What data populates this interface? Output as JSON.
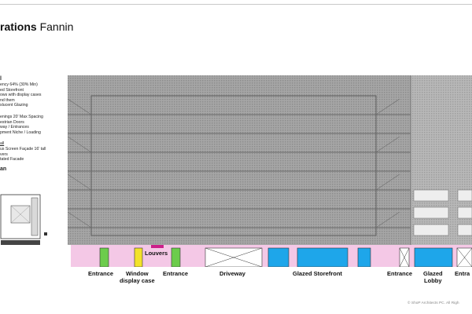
{
  "title": {
    "bold": "rations",
    "rest": "Fannin"
  },
  "legend": {
    "heading": "l",
    "items_a": [
      "ency 64% (30% Min)",
      "ed Storefront",
      "ows with display cases",
      "nd them",
      "slucent Glazing"
    ],
    "items_b": [
      "enings 20' Max Spacing",
      "estrian Doors",
      "way / Entrances",
      "pment Niche / Loading"
    ],
    "items_c_title": "all",
    "items_c": [
      "us Screen Façade 16' tall",
      "vers",
      "tated Facade"
    ],
    "keyplan_title": "an"
  },
  "facade_labels": {
    "louvers": "Louvers",
    "bottom": [
      {
        "text": "Entrance"
      },
      {
        "text": "Window\ndisplay case"
      },
      {
        "text": "Entrance"
      },
      {
        "text": "Driveway"
      },
      {
        "text": "Glazed Storefront"
      },
      {
        "text": "Entrance"
      },
      {
        "text": "Glazed\nLobby"
      },
      {
        "text": "Entra"
      }
    ]
  },
  "colors": {
    "pink": "#f4c8e6",
    "green": "#6ccc4c",
    "yellow": "#f3e22a",
    "blue": "#1ea6ea",
    "magenta": "#cc1f8a",
    "screen": "#9a9a9a"
  },
  "credit": "© ShoP Architects PC. All Righ"
}
